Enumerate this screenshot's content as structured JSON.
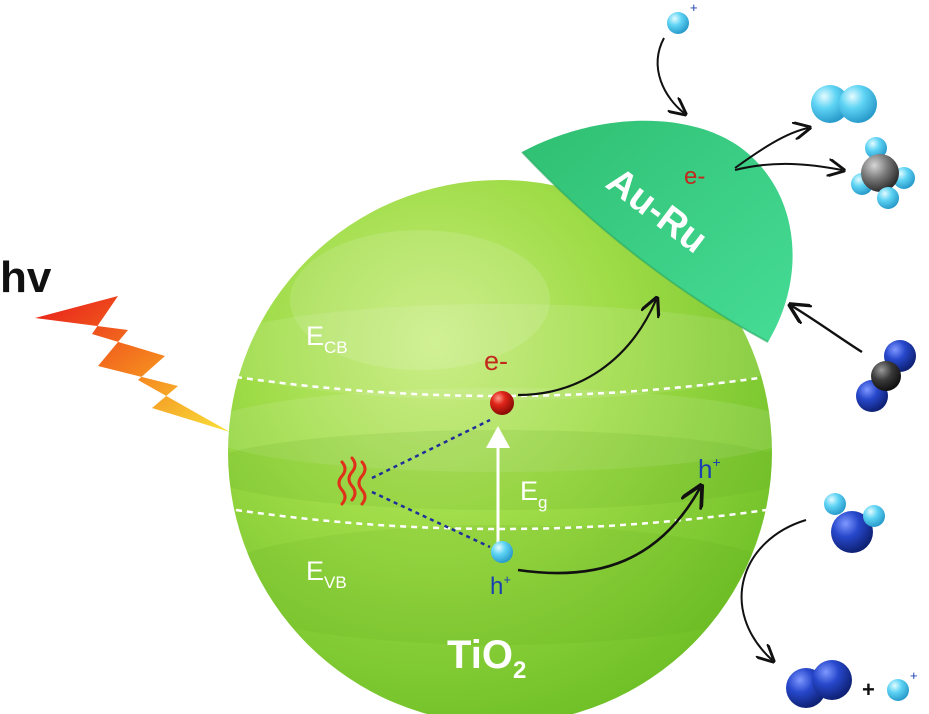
{
  "light_label": "hv",
  "band_labels": {
    "conduction": {
      "main": "E",
      "sub": "CB"
    },
    "valence": {
      "main": "E",
      "sub": "VB"
    }
  },
  "band_gap": {
    "main": "E",
    "sub": "g"
  },
  "electron_label": "e-",
  "hole_label_bottom": {
    "main": "h",
    "sup": "+"
  },
  "hole_label_right": {
    "main": "h",
    "sup": "+"
  },
  "cocatalyst": {
    "label": "Au-Ru",
    "electron_label": "e-"
  },
  "support": {
    "main": "TiO",
    "sub": "2"
  },
  "ion_charge": "+",
  "plus_sign": "+",
  "colors": {
    "sphere_green": "#8fd43a",
    "cap_teal": "#3fcf84",
    "electron_red": "#d01a10",
    "hole_blue": "#2fa8e8",
    "text_blue": "#1a3fb0",
    "electron_text": "#c2281c",
    "molecule_dark_blue": "#1f3fb8",
    "molecule_cyan": "#5fd4f4",
    "heat_red": "#e0301a"
  },
  "icons": [
    "lightning-icon",
    "heat-icon",
    "proton-icon",
    "hydrogen-molecule-icon",
    "ammonia-molecule-icon",
    "nitrogen-molecule-icon",
    "water-molecule-icon",
    "oxygen-molecule-icon"
  ]
}
